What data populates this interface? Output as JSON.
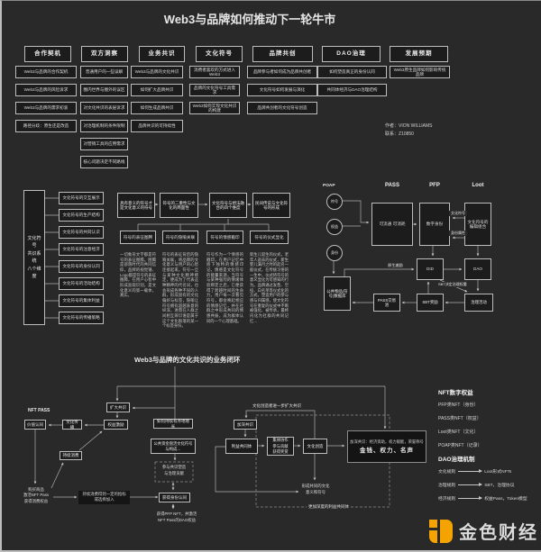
{
  "header": {
    "title": "Web3与品牌如何推动下一轮牛市",
    "author_line1": "作者：VION WILLIAMS",
    "author_line2": "联系：Z10850"
  },
  "columns": [
    {
      "header": "合作契机",
      "items": [
        "Web3与品牌的合作契机",
        "Web3与品牌的风险诉求",
        "Web3与品牌的需求初衷",
        "路径分歧：原生还是改造"
      ]
    },
    {
      "header": "双方洞察",
      "items": [
        "普通用户的一些误解",
        "圈内世界与圈外的误区",
        "对文化共识的表层诉求",
        "对治理机制的条件限制",
        "对营销工具的应用需求",
        "核心问题决定不同路线"
      ]
    },
    {
      "header": "业务共识",
      "items": [
        "Web3与品牌的文化共识",
        "如何扩大品牌共识",
        "如何生成品牌共识",
        "品牌共识的可持续性"
      ]
    },
    {
      "header": "文化符号",
      "items": [
        "消费者喜欢的方式进入Web3",
        "品牌的文化符号工具需求",
        "Web3如何实现文化共识的构建"
      ]
    },
    {
      "header": "品牌共创",
      "items": [
        "品牌参与者如何成为品牌共创者",
        "文化符号如何发展与演化",
        "品牌共创者的文化符号创造"
      ]
    },
    {
      "header": "DAO治理",
      "items": [
        "如何塑造真正的身份认同",
        "共同体经济与DAO治理结构"
      ]
    },
    {
      "header": "发展预期",
      "items": [
        "Web3原生品牌如何影响传统品牌"
      ]
    }
  ],
  "dimensions": {
    "side_lines": [
      "文化符号",
      "共识系统",
      "八个维度"
    ],
    "rows": [
      "文化符号的交互展示",
      "文化符号的生产结构",
      "文化符号的共同认识",
      "文化符号的注意经济",
      "文化符号的身份认同",
      "文化符号的活动结构",
      "文化符号的集体利益",
      "文化符号的传播策略"
    ]
  },
  "symbol_flow": {
    "chain": [
      "具有意义的符号才是文化意义的符号",
      "符号的二重性与文化的两面性",
      "文化符号与想法融合的四个维度",
      "民间传说与文化符号的形成"
    ],
    "details": [
      {
        "title": "符号的表征图腾",
        "body": "一切象形文字都是符号的表征图腾。图腾是部落时代的共同信仰，品牌的视觉锤、Logo都是符号的表征图腾，在用户心智中形成直观识别，是文化意义的第一载体，真实。"
      },
      {
        "title": "符号的隐喻关联",
        "body": "符号的表征背后的隐喻关联，将品牌的文化意义与用户的心智连接起来。符号一旦与某种文化精神绑定，便成为了代表这种精神的代名词，也会形成各种不同的人群，形成固有的文化偏好与标签，隐喻让符号拥有超越表意的纵深，进而在人群之间相互辨识谁是属于这个文化群落的某一个标签身份。"
      },
      {
        "title": "符号的情感戳印",
        "body": "符号作为一个情感的戳印，在用户记忆中烙下独特的情感印记。情感是文化符号的能量来源，当符号与某种强烈的情绪体验绑定之后，它便获得了跨越时间的生命力。用户每一次看见符号，都会唤起相应的情感记忆，并在社群之中形成共同的情感共振，成为群体认同的一个心理基础。"
      },
      {
        "title": "符号的仪式显化",
        "body": "新生儿诞生的仪式，老年人逝去的仪式，新生婴儿满月之时的起名一般仪式，在传统习俗的一生中，仪式将符号的意义显化为可感知的行为。品牌通过发售、空投、白名单等仪式化的方式，塑造用户的参与感与归属感，使文化符号在重复的仪式中不断被强化、被传承，最终内化为社群的共同记忆…"
      }
    ]
  },
  "nft_matrix": {
    "poap": {
      "label": "POAP",
      "circles": [
        "符号",
        "权益",
        "身份"
      ]
    },
    "pass": {
      "header": "PASS",
      "box": "可流通 可消耗"
    },
    "pfp": {
      "header": "PFP",
      "box": "数字身份"
    },
    "loot": {
      "header": "Loot",
      "box": "文化符号的编辑组合"
    },
    "labels": {
      "culture_symbol": "文化符号",
      "identity_attr": "身份属性",
      "native_incentive": "原生激励",
      "sbt_weight": "SBT决定治理权重"
    },
    "nodes": {
      "did": "DID",
      "dao": "DAO",
      "public_goods": "公共物品(符号)数据库",
      "pass_pool": "PASS交易池",
      "sbt_reward": "SBT奖励",
      "governance": "治理活动"
    }
  },
  "loop": {
    "title": "Web3与品牌的文化共识的业务闭环",
    "nft_pass": "NFT PASS",
    "value_identity": "价值认同",
    "culture_spread": "文化传播",
    "rights_incentive": "权益激励",
    "expand": "扩大共识",
    "sustain": "如何持续有序地增长",
    "public_fund": "公共资金盘活文化符号与构成…",
    "consume": "持续消费",
    "buy": [
      "购买商品",
      "激活NFT Pass",
      "获得消费权益"
    ],
    "indicator": [
      "持续消费得到一定的指标",
      "或选择加入"
    ],
    "participate": [
      "参与共识塑造",
      "与治理贡献"
    ],
    "identity": "获得身份认同",
    "pfp_gain": [
      "获得PFP NFT，并激活",
      "NFT Pass的DAO权益"
    ],
    "deepen_small": "加深共识",
    "community": "利益共同体",
    "collective": [
      "集体协作",
      "参与贡献",
      "获得奖赏"
    ],
    "creation": "文化创造",
    "deepen_box": [
      "加深共识：经济资助，权力赋能，荣誉称号",
      "金钱、权力、名声"
    ],
    "common": [
      "形成共同的文化",
      "意义和符号"
    ],
    "creator_label": "文化创造者进一步扩大共识",
    "deeper_label": "更加深度的利益共同体"
  },
  "legend": {
    "nft_rights": {
      "title": "NFT数字权益",
      "items": [
        "PFP类NFT（身份）",
        "PASS类NFT（权益）",
        "Loot类NFT（文化）",
        "POAP类NFT（记录）"
      ]
    },
    "dao_rules": {
      "title": "DAO治理机制",
      "rows": [
        {
          "left": "文化规则",
          "right": "Loot形式NFTs"
        },
        {
          "left": "治理规则",
          "right": "SBT，治理协议"
        },
        {
          "left": "经济规则",
          "right": "权益Pass，Token模型"
        }
      ]
    }
  },
  "watermark": {
    "text": "金色财经",
    "color": "#f5a300"
  }
}
